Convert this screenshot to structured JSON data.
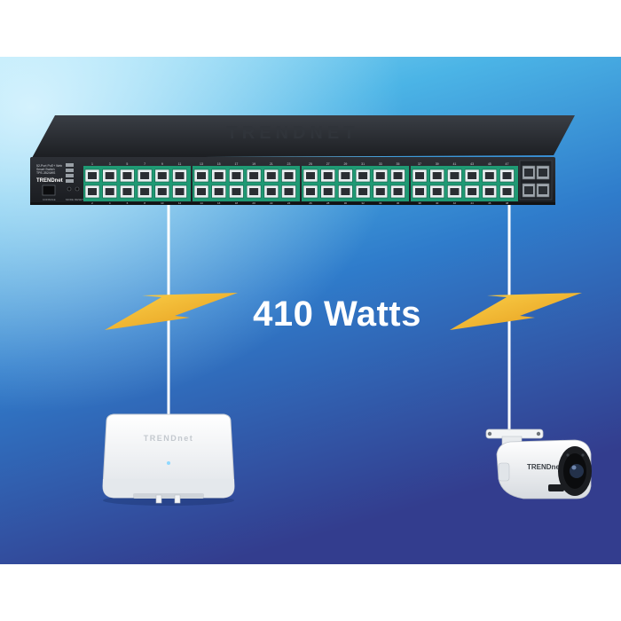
{
  "headline": {
    "power": "410 Watts"
  },
  "brand": {
    "name": "TRENDnet"
  },
  "switch": {
    "model_lines": [
      "52-Port PoE+ Web",
      "Smart Switch",
      "TPE-3524WS"
    ],
    "console_label": "CONSOLE",
    "mode_label": "MODE",
    "reset_label": "RESET",
    "port_numbers_top": [
      "1",
      "3",
      "5",
      "7",
      "9",
      "11",
      "13",
      "15",
      "17",
      "19",
      "21",
      "23",
      "25",
      "27",
      "29",
      "31",
      "33",
      "35",
      "37",
      "39",
      "41",
      "43",
      "45",
      "47"
    ],
    "port_numbers_bottom": [
      "2",
      "4",
      "6",
      "8",
      "10",
      "12",
      "14",
      "16",
      "18",
      "20",
      "22",
      "24",
      "26",
      "28",
      "30",
      "32",
      "34",
      "36",
      "38",
      "40",
      "42",
      "44",
      "46",
      "48"
    ]
  },
  "devices": {
    "left": "wireless access point",
    "right": "bullet camera"
  },
  "colors": {
    "background_top": "#5fc3ec",
    "background_bottom": "#333d8e",
    "bolt": "#f4b32b",
    "switch_body": "#25282d",
    "port_green": "#1f9a74"
  }
}
